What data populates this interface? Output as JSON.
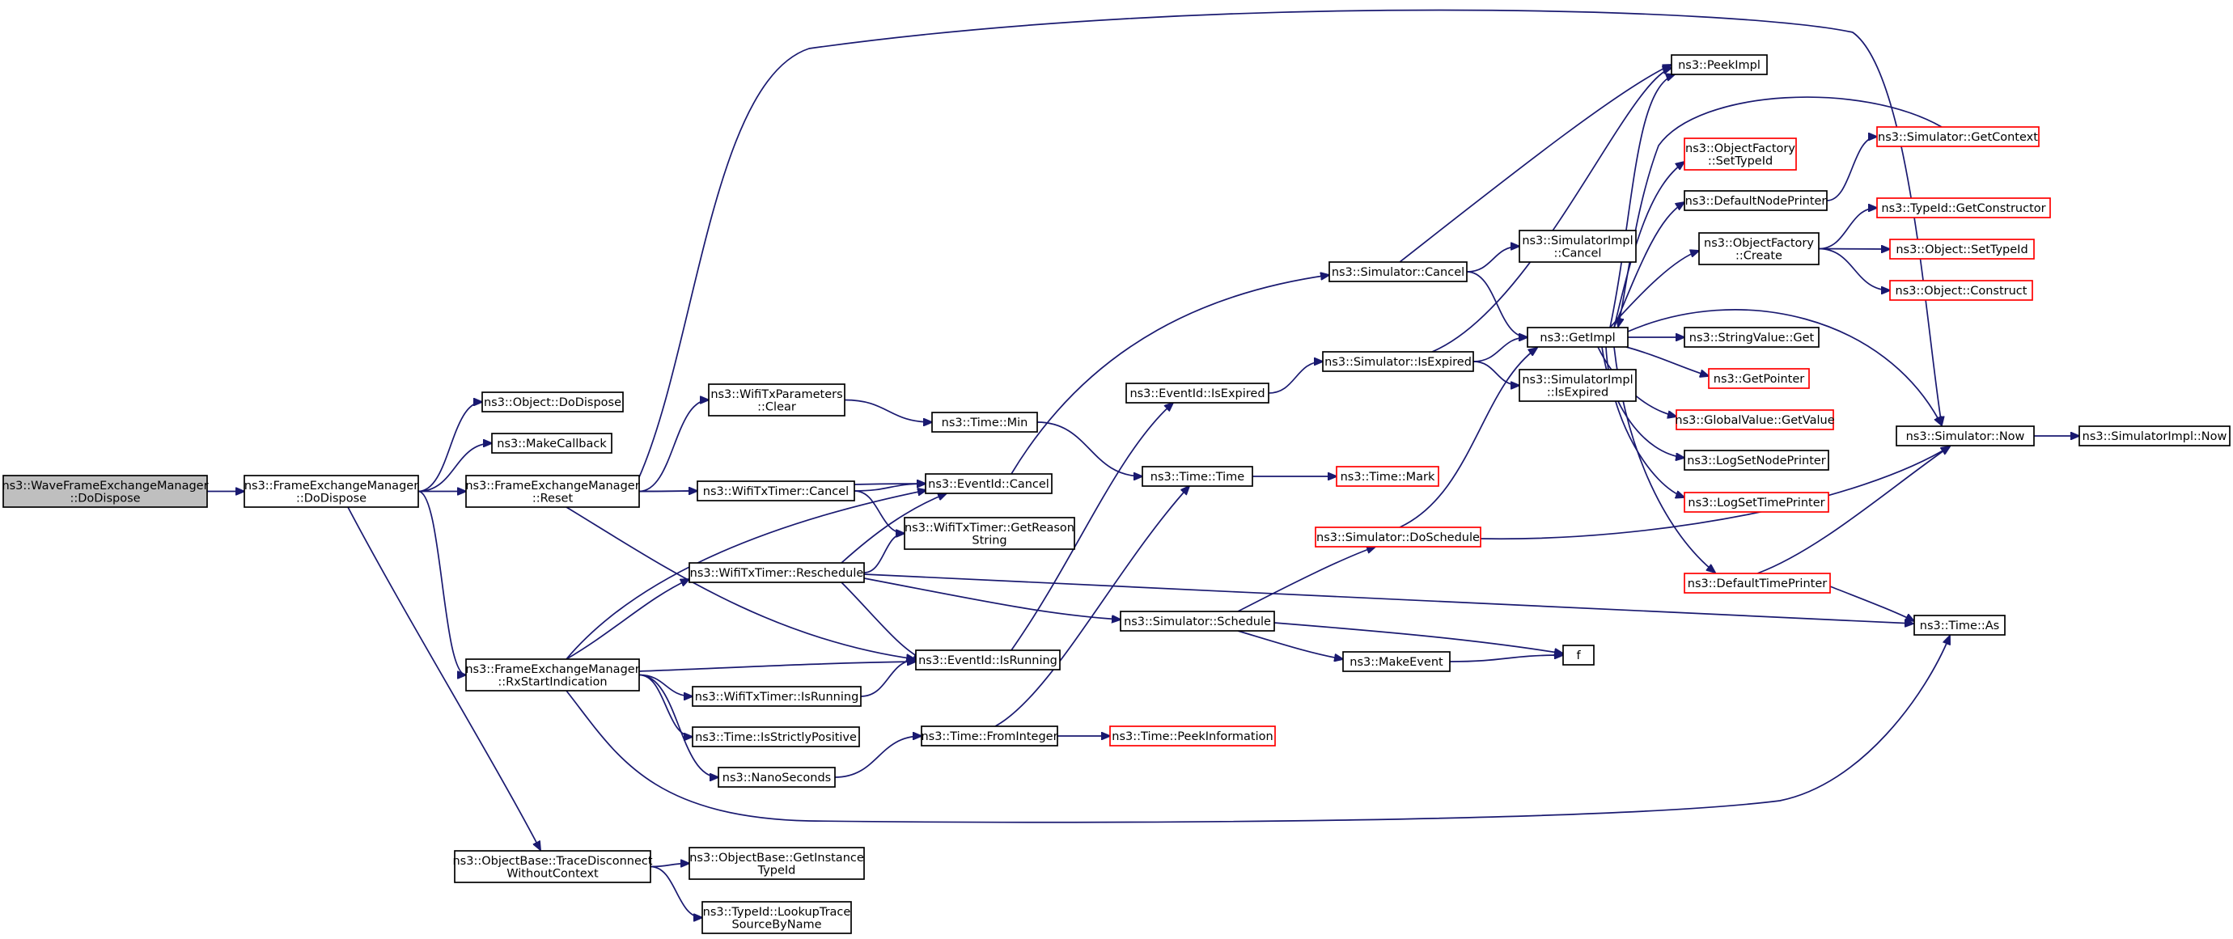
{
  "nodes": [
    {
      "id": "wfem_dodispose",
      "lines": [
        "ns3::WaveFrameExchangeManager",
        "::DoDispose"
      ],
      "style": "root"
    },
    {
      "id": "fem_dodispose",
      "lines": [
        "ns3::FrameExchangeManager",
        "::DoDispose"
      ],
      "style": "normal"
    },
    {
      "id": "object_dodispose",
      "lines": [
        "ns3::Object::DoDispose"
      ],
      "style": "normal"
    },
    {
      "id": "makecallback",
      "lines": [
        "ns3::MakeCallback"
      ],
      "style": "normal"
    },
    {
      "id": "fem_reset",
      "lines": [
        "ns3::FrameExchangeManager",
        "::Reset"
      ],
      "style": "normal"
    },
    {
      "id": "fem_rxstart",
      "lines": [
        "ns3::FrameExchangeManager",
        "::RxStartIndication"
      ],
      "style": "normal"
    },
    {
      "id": "objectbase_tracedisc",
      "lines": [
        "ns3::ObjectBase::TraceDisconnect",
        "WithoutContext"
      ],
      "style": "normal"
    },
    {
      "id": "wifitxparams_clear",
      "lines": [
        "ns3::WifiTxParameters",
        "::Clear"
      ],
      "style": "normal"
    },
    {
      "id": "wifitxtimer_cancel",
      "lines": [
        "ns3::WifiTxTimer::Cancel"
      ],
      "style": "normal"
    },
    {
      "id": "wifitxtimer_reschedule",
      "lines": [
        "ns3::WifiTxTimer::Reschedule"
      ],
      "style": "normal"
    },
    {
      "id": "wifitxtimer_isrunning",
      "lines": [
        "ns3::WifiTxTimer::IsRunning"
      ],
      "style": "normal"
    },
    {
      "id": "time_isstrictlypositive",
      "lines": [
        "ns3::Time::IsStrictlyPositive"
      ],
      "style": "normal"
    },
    {
      "id": "nanoseconds",
      "lines": [
        "ns3::NanoSeconds"
      ],
      "style": "normal"
    },
    {
      "id": "objectbase_getinstancetypeid",
      "lines": [
        "ns3::ObjectBase::GetInstance",
        "TypeId"
      ],
      "style": "normal"
    },
    {
      "id": "typeid_lookuptrace",
      "lines": [
        "ns3::TypeId::LookupTrace",
        "SourceByName"
      ],
      "style": "normal"
    },
    {
      "id": "time_min",
      "lines": [
        "ns3::Time::Min"
      ],
      "style": "normal"
    },
    {
      "id": "eventid_cancel",
      "lines": [
        "ns3::EventId::Cancel"
      ],
      "style": "normal"
    },
    {
      "id": "wifitxtimer_getreasonstring",
      "lines": [
        "ns3::WifiTxTimer::GetReason",
        "String"
      ],
      "style": "normal"
    },
    {
      "id": "eventid_isrunning",
      "lines": [
        "ns3::EventId::IsRunning"
      ],
      "style": "normal"
    },
    {
      "id": "time_frominteger",
      "lines": [
        "ns3::Time::FromInteger"
      ],
      "style": "normal"
    },
    {
      "id": "eventid_isexpired",
      "lines": [
        "ns3::EventId::IsExpired"
      ],
      "style": "normal"
    },
    {
      "id": "time_time",
      "lines": [
        "ns3::Time::Time"
      ],
      "style": "normal"
    },
    {
      "id": "simulator_schedule",
      "lines": [
        "ns3::Simulator::Schedule"
      ],
      "style": "normal"
    },
    {
      "id": "time_peekinformation",
      "lines": [
        "ns3::Time::PeekInformation"
      ],
      "style": "red"
    },
    {
      "id": "simulator_cancel",
      "lines": [
        "ns3::Simulator::Cancel"
      ],
      "style": "normal"
    },
    {
      "id": "simulator_isexpired",
      "lines": [
        "ns3::Simulator::IsExpired"
      ],
      "style": "normal"
    },
    {
      "id": "time_mark",
      "lines": [
        "ns3::Time::Mark"
      ],
      "style": "red"
    },
    {
      "id": "simulator_doschedule",
      "lines": [
        "ns3::Simulator::DoSchedule"
      ],
      "style": "red"
    },
    {
      "id": "makeevent",
      "lines": [
        "ns3::MakeEvent"
      ],
      "style": "normal"
    },
    {
      "id": "simulatorimpl_cancel",
      "lines": [
        "ns3::SimulatorImpl",
        "::Cancel"
      ],
      "style": "normal"
    },
    {
      "id": "getimpl",
      "lines": [
        "ns3::GetImpl"
      ],
      "style": "normal"
    },
    {
      "id": "simulatorimpl_isexpired",
      "lines": [
        "ns3::SimulatorImpl",
        "::IsExpired"
      ],
      "style": "normal"
    },
    {
      "id": "f",
      "lines": [
        "f"
      ],
      "style": "normal"
    },
    {
      "id": "peekimpl",
      "lines": [
        "ns3::PeekImpl"
      ],
      "style": "normal"
    },
    {
      "id": "objectfactory_settypeid",
      "lines": [
        "ns3::ObjectFactory",
        "::SetTypeId"
      ],
      "style": "red"
    },
    {
      "id": "defaultnodeprinter",
      "lines": [
        "ns3::DefaultNodePrinter"
      ],
      "style": "normal"
    },
    {
      "id": "objectfactory_create",
      "lines": [
        "ns3::ObjectFactory",
        "::Create"
      ],
      "style": "normal"
    },
    {
      "id": "stringvalue_get",
      "lines": [
        "ns3::StringValue::Get"
      ],
      "style": "normal"
    },
    {
      "id": "getpointer",
      "lines": [
        "ns3::GetPointer"
      ],
      "style": "red"
    },
    {
      "id": "globalvalue_getvalue",
      "lines": [
        "ns3::GlobalValue::GetValue"
      ],
      "style": "red"
    },
    {
      "id": "logsetnodeprinter",
      "lines": [
        "ns3::LogSetNodePrinter"
      ],
      "style": "normal"
    },
    {
      "id": "logsettimeprinter",
      "lines": [
        "ns3::LogSetTimePrinter"
      ],
      "style": "red"
    },
    {
      "id": "defaulttimeprinter",
      "lines": [
        "ns3::DefaultTimePrinter"
      ],
      "style": "red"
    },
    {
      "id": "simulator_getcontext",
      "lines": [
        "ns3::Simulator::GetContext"
      ],
      "style": "red"
    },
    {
      "id": "typeid_getconstructor",
      "lines": [
        "ns3::TypeId::GetConstructor"
      ],
      "style": "red"
    },
    {
      "id": "object_settypeid",
      "lines": [
        "ns3::Object::SetTypeId"
      ],
      "style": "red"
    },
    {
      "id": "object_construct",
      "lines": [
        "ns3::Object::Construct"
      ],
      "style": "red"
    },
    {
      "id": "simulator_now",
      "lines": [
        "ns3::Simulator::Now"
      ],
      "style": "normal"
    },
    {
      "id": "time_as",
      "lines": [
        "ns3::Time::As"
      ],
      "style": "normal"
    },
    {
      "id": "simulatorimpl_now",
      "lines": [
        "ns3::SimulatorImpl::Now"
      ],
      "style": "normal"
    }
  ],
  "edges": [
    [
      "wfem_dodispose",
      "fem_dodispose"
    ],
    [
      "fem_dodispose",
      "object_dodispose"
    ],
    [
      "fem_dodispose",
      "makecallback"
    ],
    [
      "fem_dodispose",
      "fem_reset"
    ],
    [
      "fem_dodispose",
      "fem_rxstart"
    ],
    [
      "fem_dodispose",
      "objectbase_tracedisc"
    ],
    [
      "fem_reset",
      "wifitxparams_clear"
    ],
    [
      "fem_reset",
      "wifitxtimer_cancel"
    ],
    [
      "fem_reset",
      "eventid_cancel"
    ],
    [
      "fem_reset",
      "eventid_isrunning"
    ],
    [
      "fem_reset",
      "simulator_now"
    ],
    [
      "fem_rxstart",
      "wifitxtimer_reschedule"
    ],
    [
      "fem_rxstart",
      "eventid_cancel"
    ],
    [
      "fem_rxstart",
      "eventid_isrunning"
    ],
    [
      "fem_rxstart",
      "wifitxtimer_isrunning"
    ],
    [
      "fem_rxstart",
      "time_isstrictlypositive"
    ],
    [
      "fem_rxstart",
      "nanoseconds"
    ],
    [
      "fem_rxstart",
      "time_as"
    ],
    [
      "objectbase_tracedisc",
      "objectbase_getinstancetypeid"
    ],
    [
      "objectbase_tracedisc",
      "typeid_lookuptrace"
    ],
    [
      "wifitxparams_clear",
      "time_min"
    ],
    [
      "wifitxtimer_cancel",
      "eventid_cancel"
    ],
    [
      "wifitxtimer_cancel",
      "wifitxtimer_getreasonstring"
    ],
    [
      "wifitxtimer_reschedule",
      "eventid_cancel"
    ],
    [
      "wifitxtimer_reschedule",
      "wifitxtimer_getreasonstring"
    ],
    [
      "wifitxtimer_reschedule",
      "eventid_isrunning"
    ],
    [
      "wifitxtimer_reschedule",
      "simulator_schedule"
    ],
    [
      "wifitxtimer_reschedule",
      "time_as"
    ],
    [
      "wifitxtimer_isrunning",
      "eventid_isrunning"
    ],
    [
      "nanoseconds",
      "time_frominteger"
    ],
    [
      "time_min",
      "time_time"
    ],
    [
      "eventid_cancel",
      "simulator_cancel"
    ],
    [
      "eventid_isrunning",
      "eventid_isexpired"
    ],
    [
      "time_frominteger",
      "time_time"
    ],
    [
      "time_frominteger",
      "time_peekinformation"
    ],
    [
      "eventid_isexpired",
      "simulator_isexpired"
    ],
    [
      "time_time",
      "time_mark"
    ],
    [
      "simulator_schedule",
      "simulator_doschedule"
    ],
    [
      "simulator_schedule",
      "makeevent"
    ],
    [
      "simulator_schedule",
      "f"
    ],
    [
      "makeevent",
      "f"
    ],
    [
      "simulator_cancel",
      "simulatorimpl_cancel"
    ],
    [
      "simulator_cancel",
      "getimpl"
    ],
    [
      "simulator_cancel",
      "peekimpl"
    ],
    [
      "simulator_isexpired",
      "getimpl"
    ],
    [
      "simulator_isexpired",
      "simulatorimpl_isexpired"
    ],
    [
      "simulator_isexpired",
      "peekimpl"
    ],
    [
      "simulator_doschedule",
      "getimpl"
    ],
    [
      "simulator_doschedule",
      "simulator_now"
    ],
    [
      "getimpl",
      "peekimpl"
    ],
    [
      "getimpl",
      "objectfactory_settypeid"
    ],
    [
      "getimpl",
      "defaultnodeprinter"
    ],
    [
      "getimpl",
      "objectfactory_create"
    ],
    [
      "getimpl",
      "stringvalue_get"
    ],
    [
      "getimpl",
      "getpointer"
    ],
    [
      "getimpl",
      "globalvalue_getvalue"
    ],
    [
      "getimpl",
      "logsetnodeprinter"
    ],
    [
      "getimpl",
      "logsettimeprinter"
    ],
    [
      "getimpl",
      "defaulttimeprinter"
    ],
    [
      "getimpl",
      "simulator_now"
    ],
    [
      "simulator_getcontext",
      "getimpl"
    ],
    [
      "defaultnodeprinter",
      "simulator_getcontext"
    ],
    [
      "objectfactory_create",
      "typeid_getconstructor"
    ],
    [
      "objectfactory_create",
      "object_settypeid"
    ],
    [
      "objectfactory_create",
      "object_construct"
    ],
    [
      "defaulttimeprinter",
      "simulator_now"
    ],
    [
      "defaulttimeprinter",
      "time_as"
    ],
    [
      "simulator_now",
      "simulatorimpl_now"
    ]
  ]
}
